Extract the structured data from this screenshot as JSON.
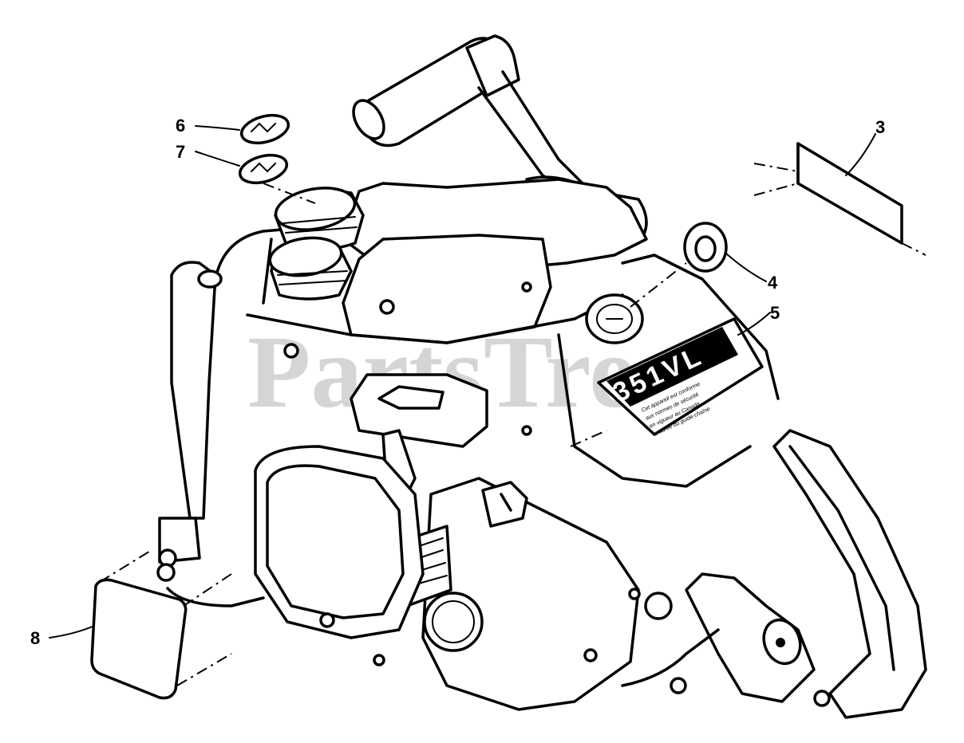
{
  "diagram": {
    "watermark": "PartsTre",
    "nameplate": {
      "model": "351VL",
      "fine_print": [
        "Cet appareil est conforme",
        "aux normes de sécurité",
        "en vigueur au Canada",
        "la durée du guide-chaîne"
      ]
    },
    "callouts": [
      {
        "id": "c3",
        "label": "3"
      },
      {
        "id": "c4",
        "label": "4"
      },
      {
        "id": "c5",
        "label": "5"
      },
      {
        "id": "c6a",
        "label": "6"
      },
      {
        "id": "c7",
        "label": "7"
      },
      {
        "id": "c8",
        "label": "8"
      }
    ]
  }
}
